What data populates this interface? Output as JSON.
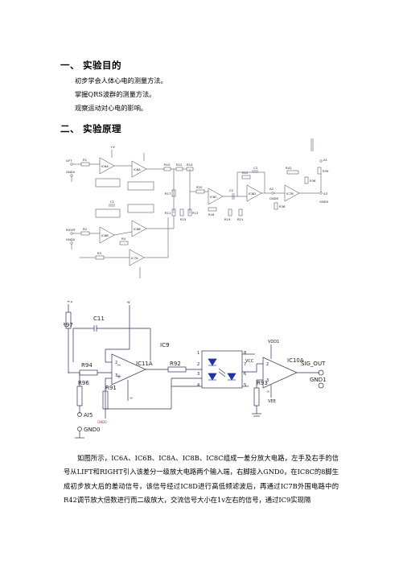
{
  "section1": {
    "number": "一、",
    "title": "实验目的",
    "items": [
      "初步学会人体心电的测量方法。",
      "掌握QRS波群的测量方法。",
      "观察运动对心电的影响。"
    ]
  },
  "section2": {
    "number": "二、",
    "title": "实验原理"
  },
  "fig1": {
    "labels": {
      "lift": "LIFT",
      "gnd_a": "GND0",
      "right": "RIGHT",
      "gnd_b": "GND0",
      "r1": "R1",
      "r2": "R2",
      "r3": "R3",
      "r4": "R4",
      "ic6a": "IC6A",
      "ic8a": "IC8A",
      "ic6b": "IC6B",
      "ic8b": "IC8B",
      "ic7a": "IC7A",
      "ic8c": "IC8C",
      "ic8d": "IC8D",
      "ic7b": "IC7B",
      "r10": "R10",
      "r11": "R11",
      "r12": "R12",
      "r13": "R13",
      "r14": "R14",
      "r15": "R15",
      "r17": "R17",
      "r18": "R18",
      "r19": "R19",
      "r20": "R20",
      "r21": "R21",
      "r22": "R22",
      "c1": "C1",
      "c2": "C2",
      "c3": "C3",
      "r42": "R42",
      "r36": "R36",
      "r38": "R38",
      "r39": "R39",
      "a1": "A1",
      "a2": "A2",
      "a3": "A3",
      "gnd_c": "GND0",
      "gnd_d": "GND0"
    }
  },
  "fig2": {
    "labels": {
      "r97": "R97",
      "c11": "C11",
      "ic11a": "IC11A",
      "r94": "R94",
      "r92": "R92",
      "ic9": "IC9",
      "ic10a": "IC10A",
      "sig_out": "SIG_OUT",
      "gnd1": "GND1",
      "r96": "R96",
      "r91": "R91",
      "r93": "R93",
      "a15": "AI5",
      "gnd0": "GND0",
      "gnd_label": "GND0",
      "vcc": "VCC",
      "vdd1": "VDD1"
    }
  },
  "paragraph": "如图所示，IC6A、IC6B、IC8A、IC8B、IC8C组成一差分放大电路，左手及右手的信号从LIFT和RIGHT引入该差分一级放大电路两个输入端，右脚接入GND0，在IC8C的8脚生成初步放大后的差动信号，该信号经过IC8D进行高低频滤波后，再通过IC7B外围电路中的R42调节放大倍数进行而二级放大，交流信号大小在1v左右的信号，通过IC9实现隔"
}
